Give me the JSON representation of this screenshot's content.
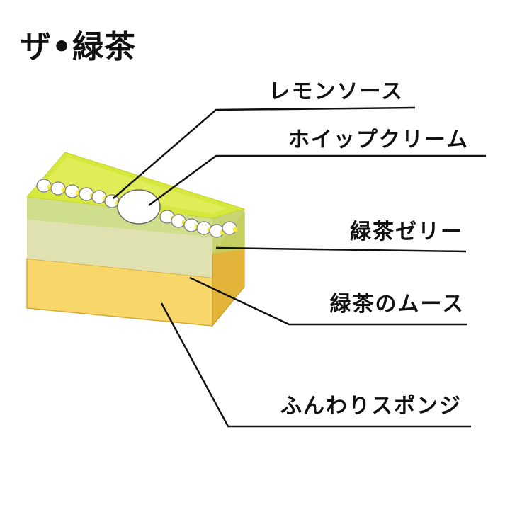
{
  "title": "ザ•緑茶",
  "labels": {
    "lemon_sauce": "レモンソース",
    "whipped_cream": "ホイップクリーム",
    "green_tea_jelly": "緑茶ゼリー",
    "green_tea_mousse": "緑茶のムース",
    "sponge": "ふんわりスポンジ"
  },
  "colors": {
    "jelly_top": "#d4e63a",
    "jelly_front": "#c9d88f",
    "jelly_side": "#b9c85e",
    "mousse_front": "#dfe0ae",
    "sponge_front": "#f9d86a",
    "sponge_side": "#e0b032",
    "cream": "#ffffff",
    "lemon": "#f5ec3e",
    "line": "#111111"
  }
}
